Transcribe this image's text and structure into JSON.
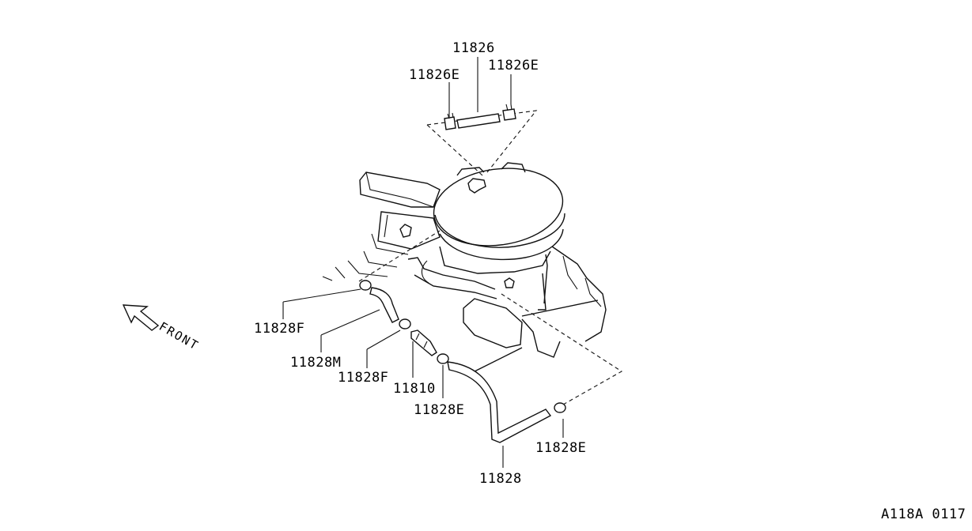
{
  "labels": {
    "p11826": "11826",
    "p11826e_left": "11826E",
    "p11826e_right": "11826E",
    "p11828f_upper": "11828F",
    "p11828m": "11828M",
    "p11828f_lower": "11828F",
    "p11810": "11810",
    "p11828e_mid": "11828E",
    "p11828e_right": "11828E",
    "p11828": "11828"
  },
  "front_label": "FRONT",
  "figure_code": "A118A 0117"
}
